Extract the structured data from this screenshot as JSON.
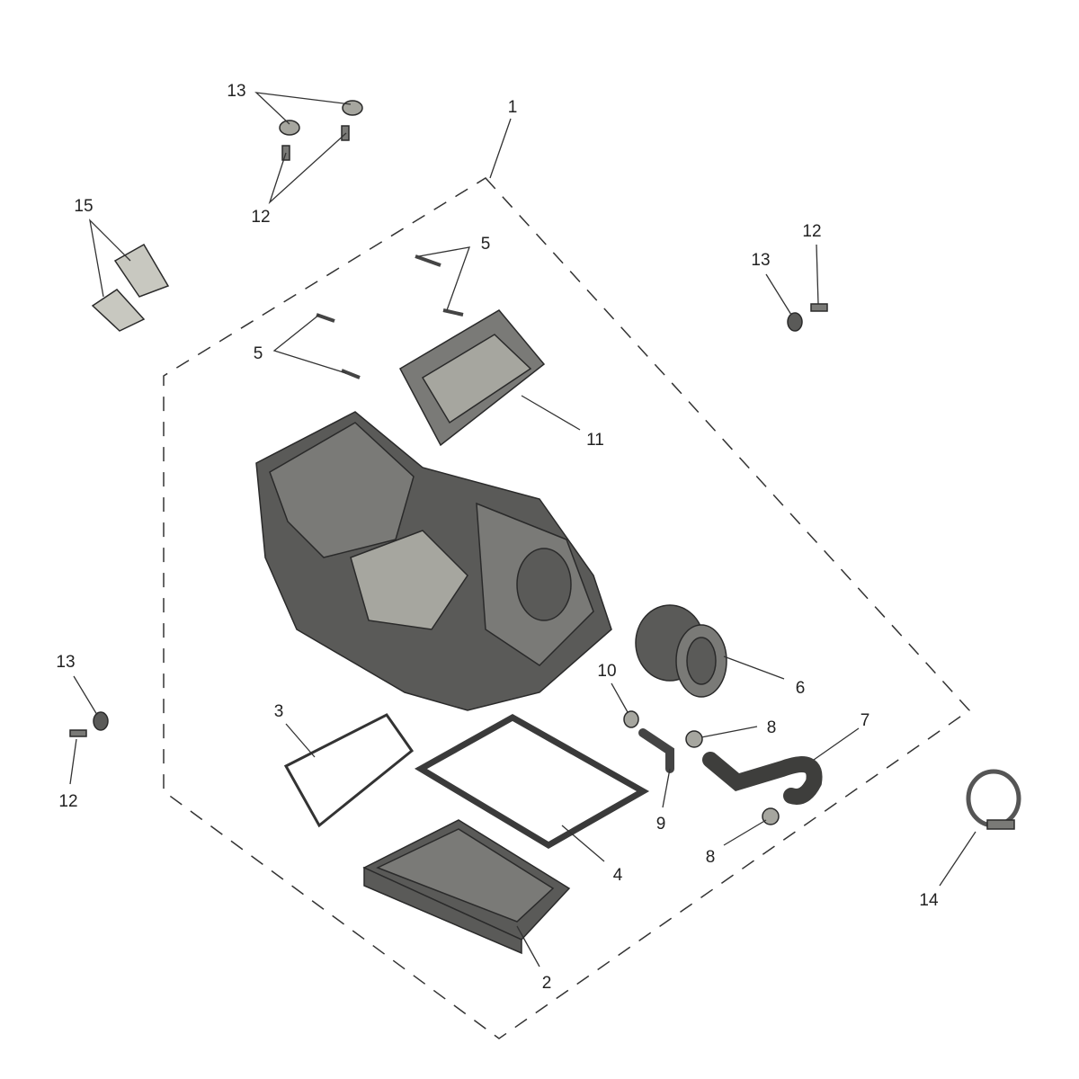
{
  "diagram": {
    "title": "Airbox assembly exploded view",
    "callouts": [
      {
        "id": "c13a",
        "text": "13"
      },
      {
        "id": "c12a",
        "text": "12"
      },
      {
        "id": "c1",
        "text": "1"
      },
      {
        "id": "c15",
        "text": "15"
      },
      {
        "id": "c5a",
        "text": "5"
      },
      {
        "id": "c5b",
        "text": "5"
      },
      {
        "id": "c13b",
        "text": "13"
      },
      {
        "id": "c12b",
        "text": "12"
      },
      {
        "id": "c11",
        "text": "11"
      },
      {
        "id": "c6",
        "text": "6"
      },
      {
        "id": "c10",
        "text": "10"
      },
      {
        "id": "c8a",
        "text": "8"
      },
      {
        "id": "c7",
        "text": "7"
      },
      {
        "id": "c13c",
        "text": "13"
      },
      {
        "id": "c12c",
        "text": "12"
      },
      {
        "id": "c3",
        "text": "3"
      },
      {
        "id": "c9",
        "text": "9"
      },
      {
        "id": "c8b",
        "text": "8"
      },
      {
        "id": "c4",
        "text": "4"
      },
      {
        "id": "c14",
        "text": "14"
      },
      {
        "id": "c2",
        "text": "2"
      }
    ]
  }
}
